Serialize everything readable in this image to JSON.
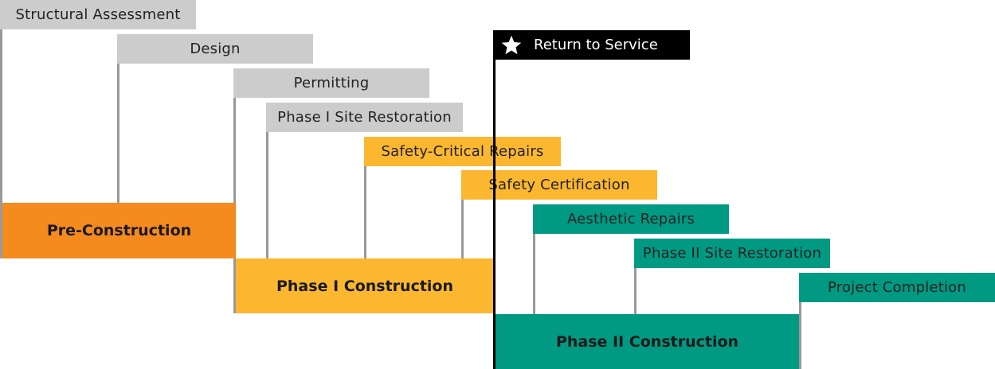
{
  "colors": {
    "gray": "#cccccc",
    "gray_line": "#999999",
    "orange": "#f58a1f",
    "yellow": "#fbb730",
    "teal": "#009982",
    "black": "#000000"
  },
  "icons": {
    "milestone": "star-icon"
  },
  "milestone": {
    "label": "Return to Service"
  },
  "tasks": [
    {
      "label": "Structural Assessment",
      "color": "gray"
    },
    {
      "label": "Design",
      "color": "gray"
    },
    {
      "label": "Permitting",
      "color": "gray"
    },
    {
      "label": "Phase I Site Restoration",
      "color": "gray"
    },
    {
      "label": "Safety-Critical Repairs",
      "color": "yellow"
    },
    {
      "label": "Safety Certification",
      "color": "yellow"
    },
    {
      "label": "Aesthetic Repairs",
      "color": "teal"
    },
    {
      "label": "Phase II Site Restoration",
      "color": "teal"
    },
    {
      "label": "Project Completion",
      "color": "teal"
    }
  ],
  "phases": [
    {
      "label": "Pre-Construction",
      "color": "orange"
    },
    {
      "label": "Phase I Construction",
      "color": "yellow"
    },
    {
      "label": "Phase II Construction",
      "color": "teal"
    }
  ]
}
